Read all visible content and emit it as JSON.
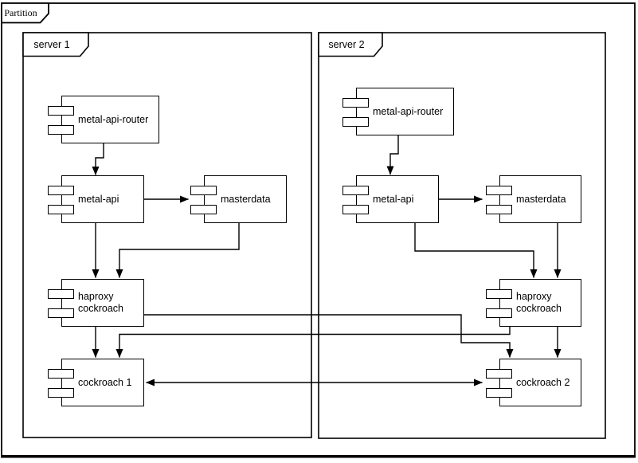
{
  "colors": {
    "stroke": "#000000",
    "background": "#ffffff"
  },
  "partition": {
    "label": "Partition"
  },
  "servers": [
    {
      "label": "server 1",
      "components": {
        "router": "metal-api-router",
        "api": "metal-api",
        "masterdata": "masterdata",
        "haproxy": "haproxy\ncockroach",
        "cockroach": "cockroach 1"
      }
    },
    {
      "label": "server 2",
      "components": {
        "router": "metal-api-router",
        "api": "metal-api",
        "masterdata": "masterdata",
        "haproxy": "haproxy\ncockroach",
        "cockroach": "cockroach 2"
      }
    }
  ],
  "connections": [
    {
      "from": "server1.metal-api-router",
      "to": "server1.metal-api",
      "arrow": "end"
    },
    {
      "from": "server1.metal-api",
      "to": "server1.masterdata",
      "arrow": "end"
    },
    {
      "from": "server1.metal-api",
      "to": "server1.haproxy-cockroach",
      "arrow": "end"
    },
    {
      "from": "server1.masterdata",
      "to": "server1.haproxy-cockroach",
      "arrow": "end"
    },
    {
      "from": "server1.haproxy-cockroach",
      "to": "server1.cockroach-1",
      "arrow": "end"
    },
    {
      "from": "server1.haproxy-cockroach",
      "to": "server2.cockroach-2",
      "arrow": "end"
    },
    {
      "from": "server2.metal-api-router",
      "to": "server2.metal-api",
      "arrow": "end"
    },
    {
      "from": "server2.metal-api",
      "to": "server2.masterdata",
      "arrow": "end"
    },
    {
      "from": "server2.metal-api",
      "to": "server2.haproxy-cockroach",
      "arrow": "end"
    },
    {
      "from": "server2.masterdata",
      "to": "server2.haproxy-cockroach",
      "arrow": "end"
    },
    {
      "from": "server2.haproxy-cockroach",
      "to": "server2.cockroach-2",
      "arrow": "end"
    },
    {
      "from": "server2.haproxy-cockroach",
      "to": "server1.cockroach-1",
      "arrow": "end"
    },
    {
      "from": "server1.cockroach-1",
      "to": "server2.cockroach-2",
      "arrow": "both"
    }
  ]
}
